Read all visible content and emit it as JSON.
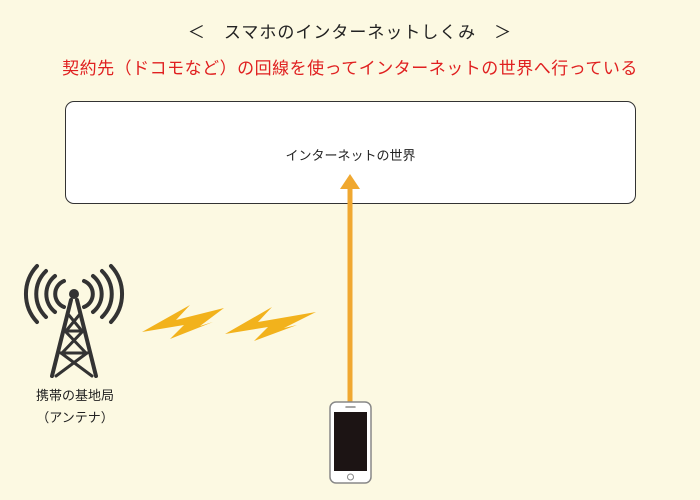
{
  "title": "＜　スマホのインターネットしくみ　＞",
  "subtitle": "契約先（ドコモなど）の回線を使ってインターネットの世界へ行っている",
  "internet": {
    "label": "インターネットの世界"
  },
  "tower": {
    "label_line1": "携帯の基地局",
    "label_line2": "（アンテナ）"
  },
  "colors": {
    "background": "#fcf9e2",
    "accent_red": "#e02020",
    "arrow_orange": "#f0a830",
    "lightning": "#f2b21c"
  },
  "icons": [
    "cell-tower-icon",
    "lightning-icon",
    "smartphone-icon",
    "up-arrow-icon"
  ]
}
